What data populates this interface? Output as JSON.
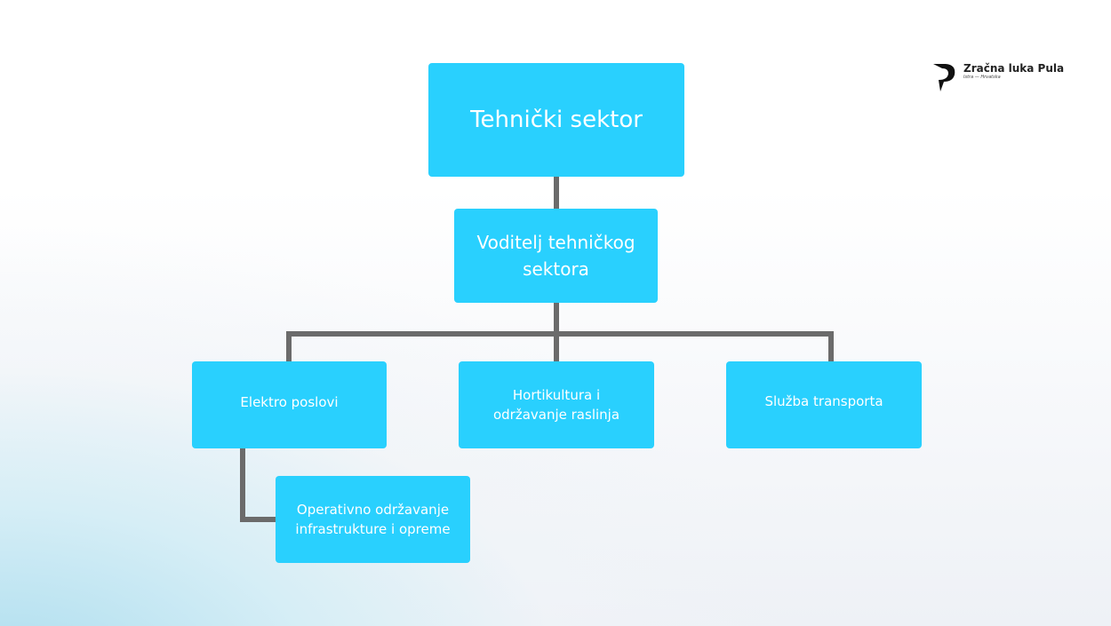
{
  "logo": {
    "name": "Zračna luka Pula",
    "tagline": "Istra — Hrvatska"
  },
  "nodes": {
    "root": "Tehnički sektor",
    "head": "Voditelj tehničkog sektora",
    "elektro": "Elektro poslovi",
    "hortikultura": "Hortikultura i održavanje raslinja",
    "transport": "Služba transporta",
    "operativno": "Operativno održavanje infrastrukture i opreme"
  },
  "colors": {
    "box": "#29d0fe",
    "line": "#6b6b6b"
  }
}
